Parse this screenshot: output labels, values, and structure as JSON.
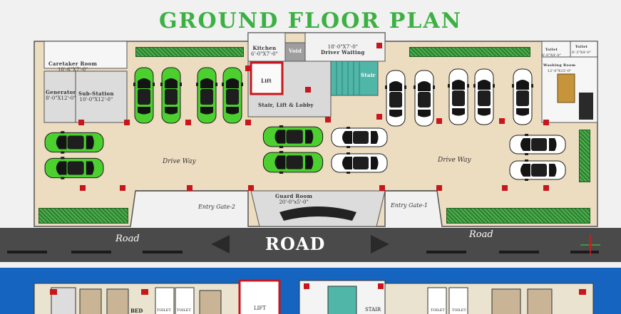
{
  "title": "GROUND FLOOR PLAN",
  "rooms": {
    "caretaker": {
      "name": "Caretaker Room",
      "size": "10'-6\"X7'-0\""
    },
    "generator": {
      "name": "Generator",
      "size": "8'-0\"X12'-0\""
    },
    "substation": {
      "name": "Sub-Station",
      "size": "10'-0\"X12'-0\""
    },
    "kitchen": {
      "name": "Kitchen",
      "size": "6'-0\"X7'-0\""
    },
    "void": {
      "name": "Void"
    },
    "driver_waiting": {
      "name": "Driver Waiting",
      "size": "18'-0\"X7'-0\""
    },
    "lift": {
      "name": "Lift"
    },
    "stair": {
      "name": "Stair"
    },
    "stair_lift_lobby": {
      "name": "Stair, Lift & Lobby"
    },
    "toilet_left": {
      "name": "Toilet",
      "size": "6'-0\"X4'-0\""
    },
    "toilet_right": {
      "name": "Toilet",
      "size": "6'-3\"X4'-0\""
    },
    "washing_room": {
      "name": "Washing Room",
      "size": "12'-0\"X15'-0\""
    },
    "guard_room": {
      "name": "Guard Room",
      "size": "20'-0\"x5'-0\""
    }
  },
  "labels": {
    "drive_way_left": "Drive Way",
    "drive_way_right": "Drive Way",
    "entry_gate_2": "Entry Gate-2",
    "entry_gate_1": "Entry Gate-1"
  },
  "road": {
    "center_label": "ROAD",
    "left_label": "Road",
    "right_label": "Road"
  },
  "lower_plan": {
    "bed": "BED",
    "toilet_1": "TOILET",
    "toilet_2": "TOILET",
    "lift": "LIFT",
    "stair": "STAIR",
    "toilet_3": "TOILET",
    "toilet_4": "TOILET"
  },
  "colors": {
    "title": "#3cb043",
    "floor": "#ecdcc0",
    "road": "#4a4a4a",
    "lower_background": "#1565c0",
    "column": "#c8161c",
    "green_car": "#4cd02f",
    "white_car": "#ffffff",
    "hedge": "#3d9b3a"
  },
  "icons": [
    "car-icon",
    "arrow-left-icon",
    "arrow-right-icon",
    "compass-icon",
    "chair-icon"
  ]
}
